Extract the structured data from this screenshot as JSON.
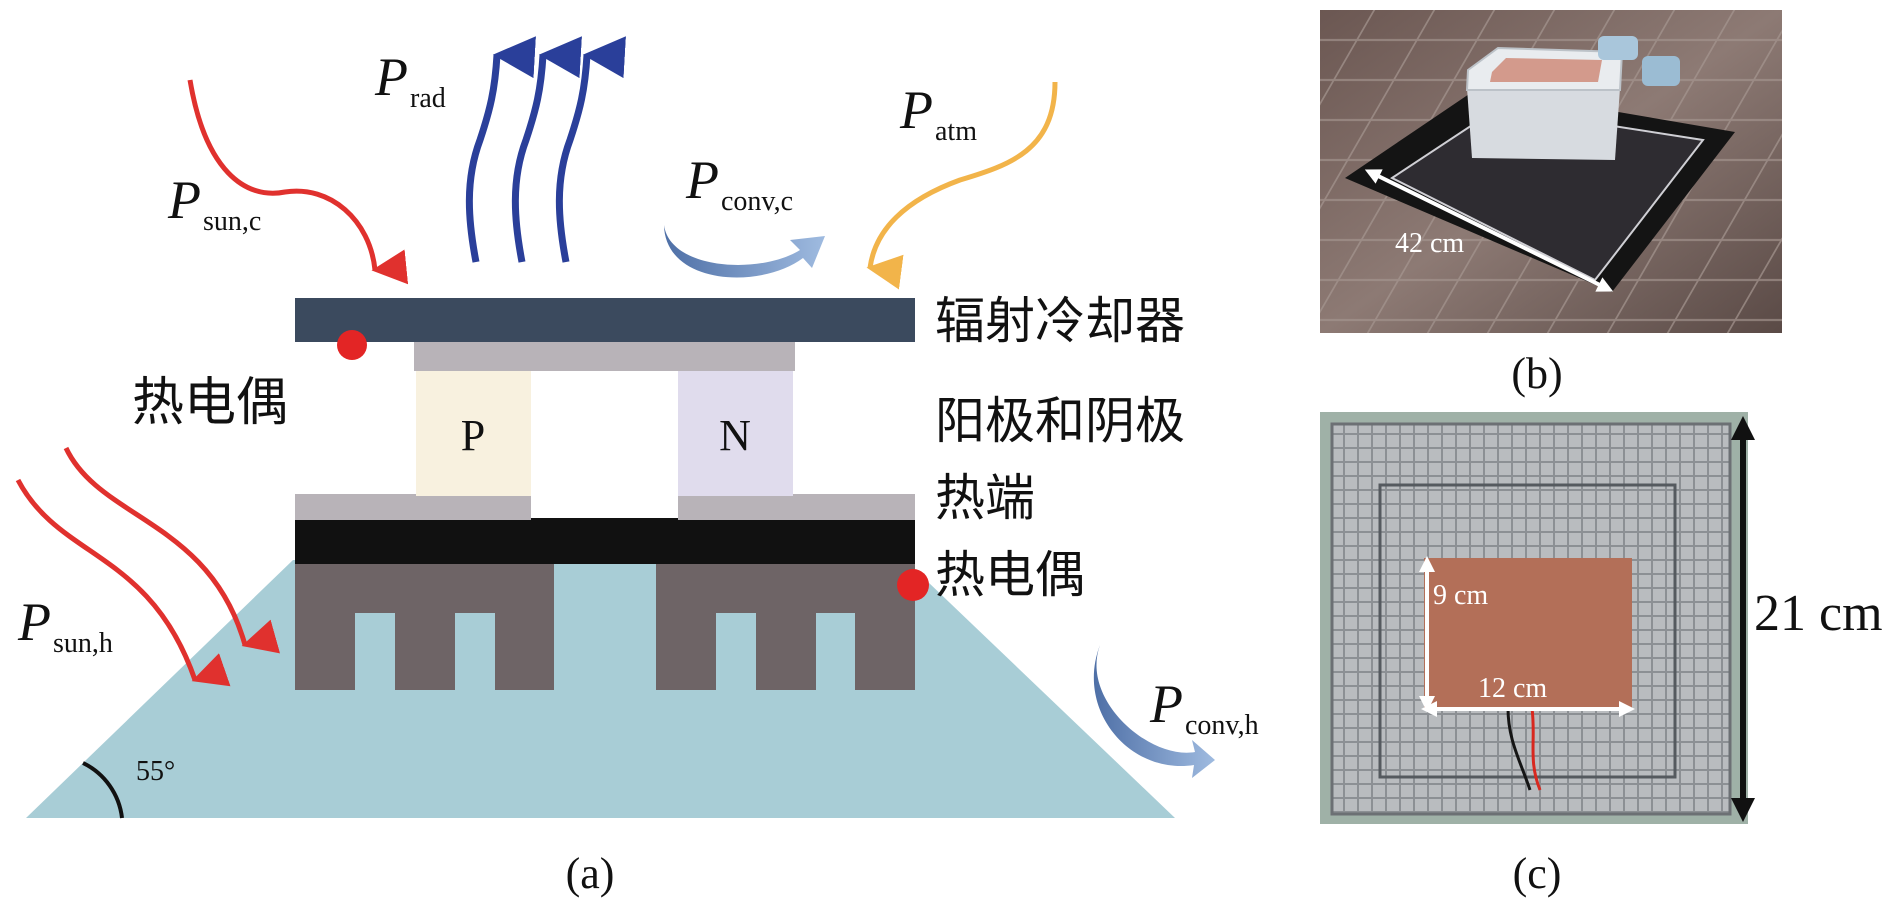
{
  "panel_a": {
    "caption": "(a)",
    "powers": {
      "sun_c": {
        "main": "P",
        "sub": "sun,c"
      },
      "rad": {
        "main": "P",
        "sub": "rad"
      },
      "conv_c": {
        "main": "P",
        "sub": "conv,c"
      },
      "atm": {
        "main": "P",
        "sub": "atm"
      },
      "sun_h": {
        "main": "P",
        "sub": "sun,h"
      },
      "conv_h": {
        "main": "P",
        "sub": "conv,h"
      }
    },
    "legs": {
      "p": "P",
      "n": "N"
    },
    "labels": {
      "radiative_cooler": "辐射冷却器",
      "thermocouple_top": "热电偶",
      "electrodes": "阳极和阴极",
      "hot_end": "热端",
      "thermocouple_bottom": "热电偶"
    },
    "angle": "55°",
    "colors": {
      "sun_arrow": "#e0312e",
      "rad_arrow": "#2a3f9a",
      "atm_arrow": "#f2b44a",
      "conv_arrow": "#6f92c8",
      "cooler": "#3b4a5e",
      "ceramic": "#b8b3b8",
      "p_leg": "#f8f1df",
      "n_leg": "#e0dced",
      "plate": "#111111",
      "heatsink": "#6e6466",
      "base": "#a8cdd6",
      "thermocouple": "#e32525"
    }
  },
  "panel_b": {
    "caption": "(b)",
    "dimension": "42 cm"
  },
  "panel_c": {
    "caption": "(c)",
    "dim_height": "9 cm",
    "dim_width": "12 cm",
    "dim_outer": "21 cm"
  }
}
